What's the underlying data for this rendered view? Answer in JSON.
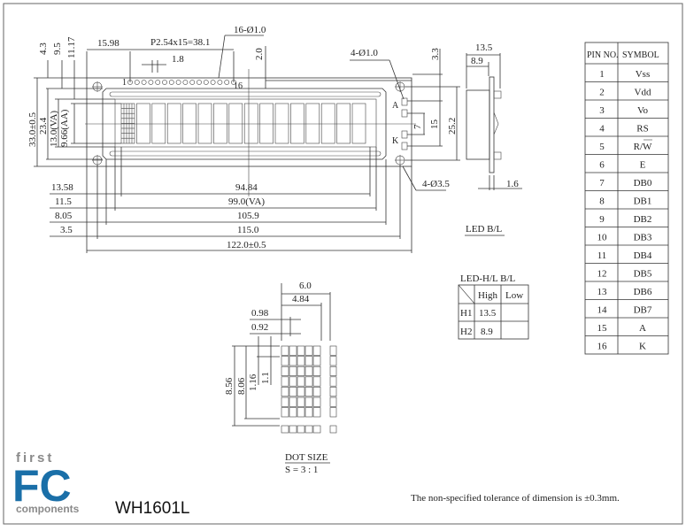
{
  "drawing": {
    "top_dims": {
      "d_15_98": "15.98",
      "pitch": "P2.54x15=38.1",
      "d_1_8": "1.8",
      "pin_holes": "16-Ø1.0",
      "d_2_0": "2.0",
      "pin_1": "1",
      "pin_16": "16"
    },
    "left_dims": {
      "d_4_3": "4.3",
      "d_9_5": "9.5",
      "d_11_17": "11.17",
      "d_33": "33.0±0.5",
      "d_23_4": "23.4",
      "d_13_va": "13.0(VA)",
      "d_9_66": "9.66(AA)"
    },
    "bottom_dims": {
      "l_13_58": "13.58",
      "l_11_5": "11.5",
      "l_8_05": "8.05",
      "l_3_5": "3.5",
      "d_94_84": "94.84",
      "d_99_va": "99.0(VA)",
      "d_105_9": "105.9",
      "d_115": "115.0",
      "d_122": "122.0±0.5"
    },
    "right_dims": {
      "led_holes": "4-Ø1.0",
      "d_3_3": "3.3",
      "d_7": "7",
      "d_15": "15",
      "d_25_2": "25.2",
      "mount_holes": "4-Ø3.5",
      "anode": "A",
      "cathode": "K"
    },
    "side_view": {
      "d_13_5": "13.5",
      "d_8_9": "8.9",
      "d_1_6": "1.6",
      "label": "LED B/L"
    },
    "dot_size": {
      "d_6_0": "6.0",
      "d_4_84": "4.84",
      "d_0_98": "0.98",
      "d_0_92": "0.92",
      "d_8_56": "8.56",
      "d_8_06": "8.06",
      "d_1_16": "1.16",
      "d_1_1": "1.1",
      "title": "DOT SIZE",
      "scale": "S = 3 : 1"
    },
    "led_table": {
      "title": "LED-H/L B/L",
      "headers": [
        "High",
        "Low"
      ],
      "rows": [
        {
          "name": "H1",
          "high": "13.5",
          "low": ""
        },
        {
          "name": "H2",
          "high": "8.9",
          "low": ""
        }
      ]
    }
  },
  "pin_table": {
    "headers": [
      "PIN NO.",
      "SYMBOL"
    ],
    "rows": [
      [
        "1",
        "Vss"
      ],
      [
        "2",
        "Vdd"
      ],
      [
        "3",
        "Vo"
      ],
      [
        "4",
        "RS"
      ],
      [
        "5",
        "R/W"
      ],
      [
        "6",
        "E"
      ],
      [
        "7",
        "DB0"
      ],
      [
        "8",
        "DB1"
      ],
      [
        "9",
        "DB2"
      ],
      [
        "10",
        "DB3"
      ],
      [
        "11",
        "DB4"
      ],
      [
        "12",
        "DB5"
      ],
      [
        "13",
        "DB6"
      ],
      [
        "14",
        "DB7"
      ],
      [
        "15",
        "A"
      ],
      [
        "16",
        "K"
      ]
    ]
  },
  "footer": {
    "logo_top": "first",
    "logo_main": "FC",
    "logo_bottom": "components",
    "model": "WH1601L",
    "tolerance_note": "The non-specified tolerance of dimension is ±0.3mm.",
    "brand_color": "#1a6fa8",
    "logo_gray": "#8a8a8a"
  }
}
